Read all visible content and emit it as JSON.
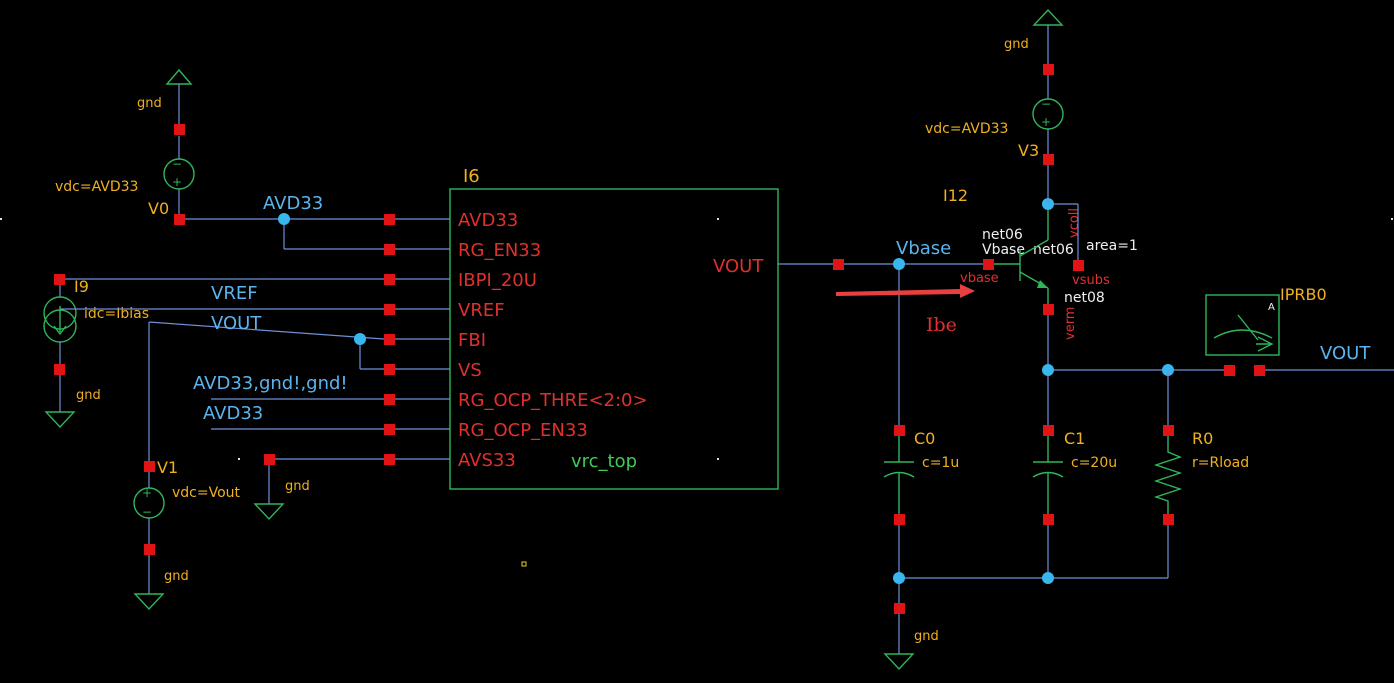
{
  "block": {
    "instance": "I6",
    "cell": "vrc_top",
    "pins_left": [
      "AVD33",
      "RG_EN33",
      "IBPI_20U",
      "VREF",
      "FBI",
      "VS",
      "RG_OCP_THRE<2:0>",
      "RG_OCP_EN33",
      "AVS33"
    ],
    "pin_right": "VOUT"
  },
  "nets": {
    "avd33_top": "AVD33",
    "vref": "VREF",
    "vout_left": "VOUT",
    "ocp_thre": "AVD33,gnd!,gnd!",
    "ocp_en": "AVD33",
    "vbase": "Vbase",
    "vout_right": "VOUT"
  },
  "sources": {
    "v0": {
      "name": "V0",
      "prop": "vdc=AVD33",
      "gnd": "gnd"
    },
    "i9": {
      "name": "I9",
      "prop": "idc=Ibias",
      "gnd": "gnd"
    },
    "v1": {
      "name": "V1",
      "prop": "vdc=Vout",
      "gnd": "gnd"
    },
    "v3": {
      "name": "V3",
      "prop": "vdc=AVD33",
      "gnd": "gnd"
    }
  },
  "gnd_avs33": "gnd",
  "bjt": {
    "name": "I12",
    "net_top": "net06",
    "base_net": "Vbase",
    "net_right": "net06",
    "base_pin": "vbase",
    "coll_pin": "vcoll",
    "emit_pin": "verm",
    "subs_pin": "vsubs",
    "area": "area=1",
    "emit_net": "net08"
  },
  "passives": {
    "c0": {
      "name": "C0",
      "prop": "c=1u"
    },
    "c1": {
      "name": "C1",
      "prop": "c=20u"
    },
    "r0": {
      "name": "R0",
      "prop": "r=Rload"
    }
  },
  "gnd_bottom": "gnd",
  "probe": {
    "name": "IPRB0",
    "meter": "A"
  },
  "annotation": {
    "current": "Ibe"
  },
  "colors": {
    "wire": "#6f8fd8",
    "pin": "#e01414",
    "symbol": "#2fb65a",
    "dot": "#38b6ee",
    "arrow": "#e84040"
  }
}
